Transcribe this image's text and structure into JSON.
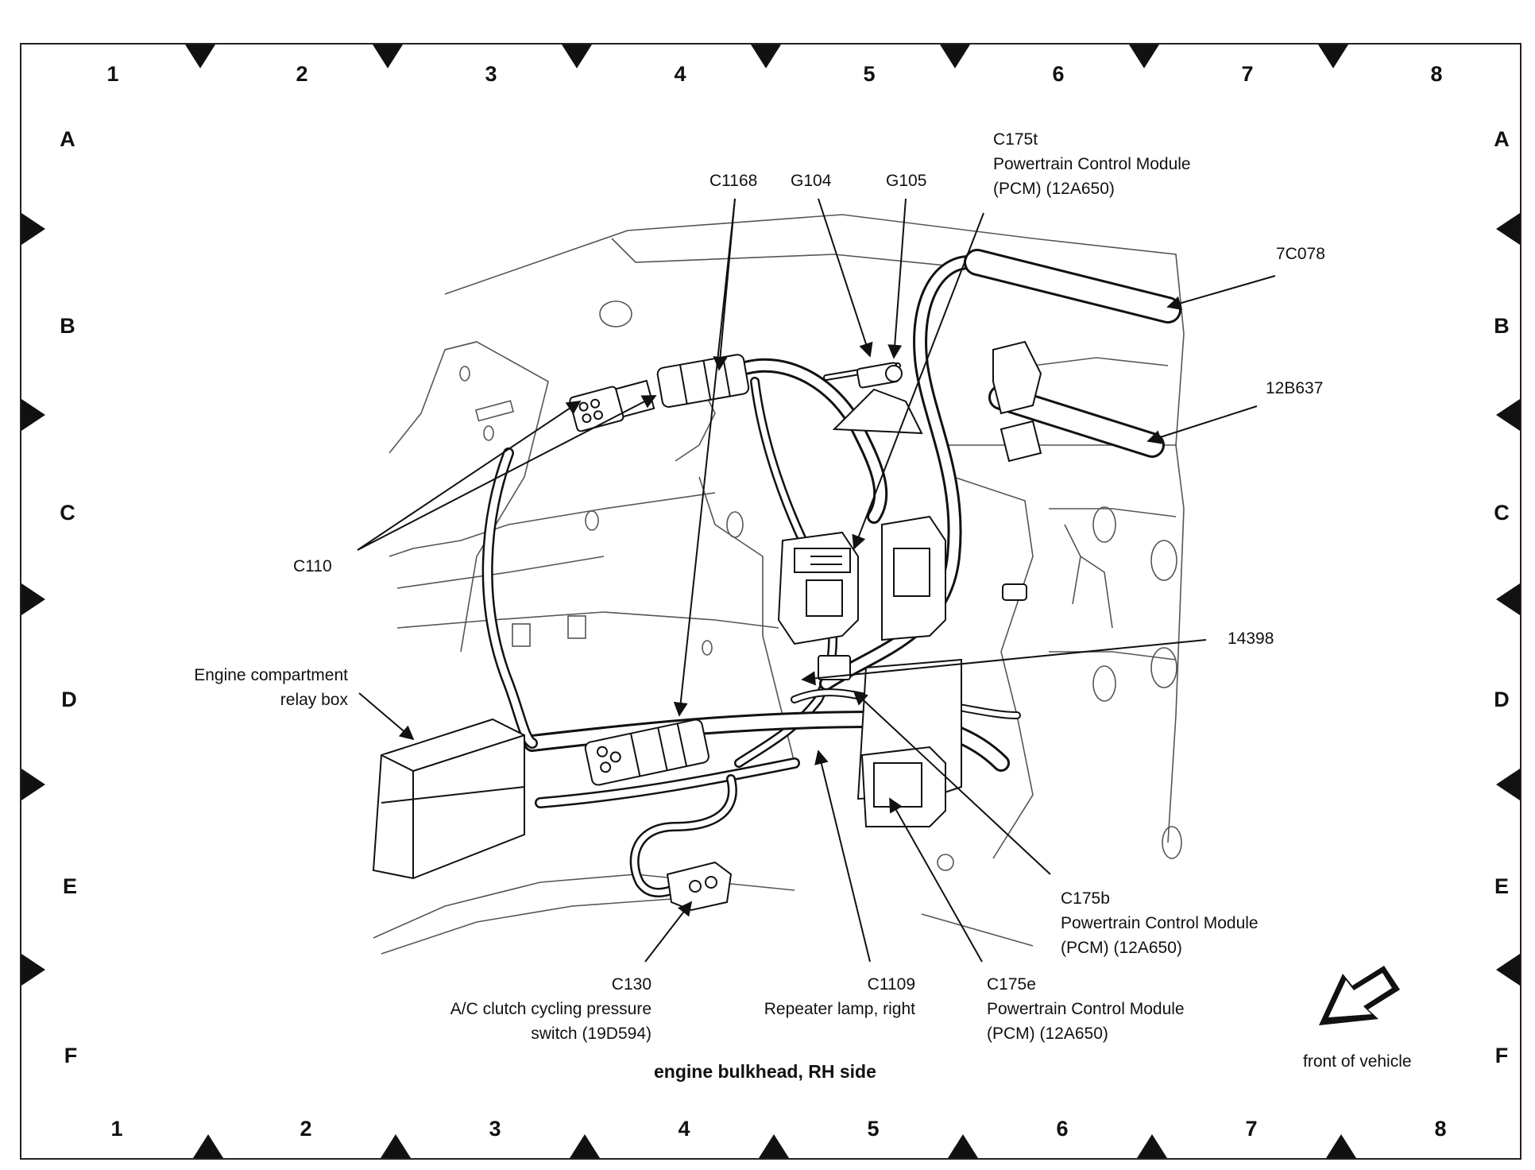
{
  "grid": {
    "columns": [
      "1",
      "2",
      "3",
      "4",
      "5",
      "6",
      "7",
      "8"
    ],
    "rows": [
      "A",
      "B",
      "C",
      "D",
      "E",
      "F"
    ]
  },
  "labels": {
    "c175t": {
      "id": "C175t",
      "line1": "Powertrain Control Module",
      "line2": "(PCM) (12A650)"
    },
    "c1168": "C1168",
    "g104": "G104",
    "g105": "G105",
    "n7c078": "7C078",
    "n12b637": "12B637",
    "c110": "C110",
    "n14398": "14398",
    "relay_box": {
      "line1": "Engine compartment",
      "line2": "relay box"
    },
    "c175b": {
      "id": "C175b",
      "line1": "Powertrain Control Module",
      "line2": "(PCM) (12A650)"
    },
    "c130": {
      "id": "C130",
      "line1": "A/C clutch cycling pressure",
      "line2": "switch (19D594)"
    },
    "c1109": {
      "id": "C1109",
      "line1": "Repeater lamp, right"
    },
    "c175e": {
      "id": "C175e",
      "line1": "Powertrain Control Module",
      "line2": "(PCM) (12A650)"
    },
    "front": "front of vehicle",
    "caption": "engine bulkhead, RH side"
  }
}
